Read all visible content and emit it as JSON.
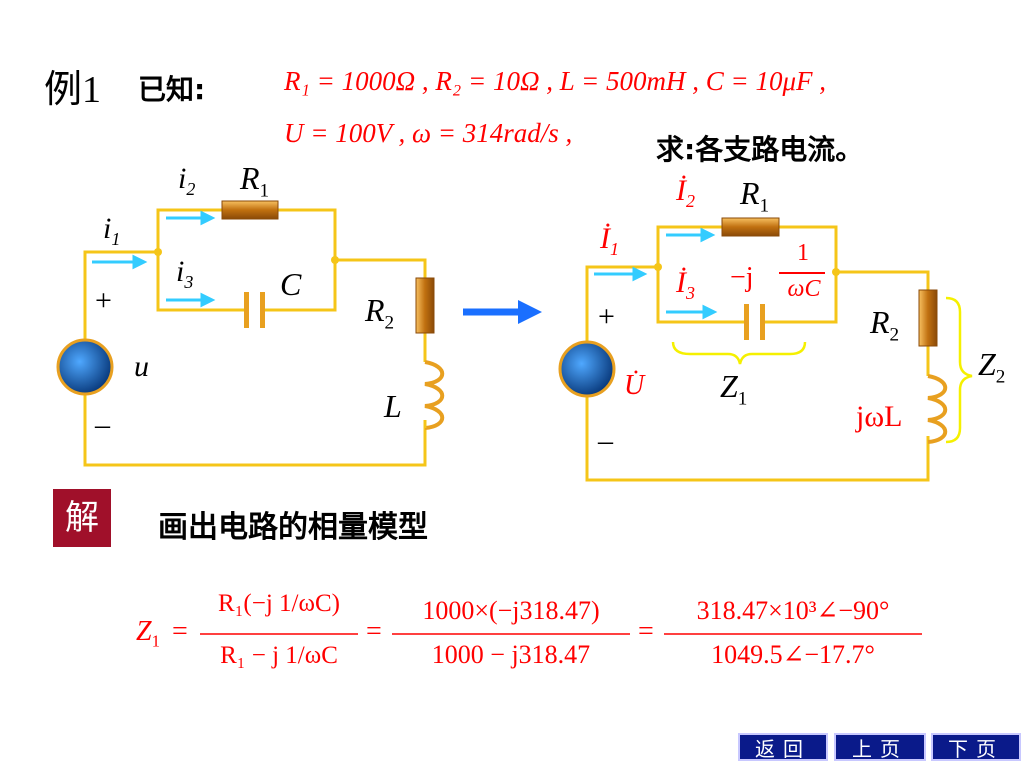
{
  "header": {
    "example_label": "例1",
    "known_label": "已知:",
    "given_line1": "R₁ = 1000Ω , R₂ = 10Ω , L = 500mH , C = 10μF ,",
    "given_line2": "U = 100V , ω = 314rad/s ,",
    "ask_text": "求:各支路电流。"
  },
  "left_circuit": {
    "i1": "i",
    "i1_sub": "1",
    "i2": "i",
    "i2_sub": "2",
    "i3": "i",
    "i3_sub": "3",
    "r1": "R",
    "r1_sub": "1",
    "c": "C",
    "r2": "R",
    "r2_sub": "2",
    "l": "L",
    "plus": "+",
    "minus": "–",
    "u": "u"
  },
  "right_circuit": {
    "i1": "İ",
    "i1_sub": "1",
    "i2": "İ",
    "i2_sub": "2",
    "i3": "İ",
    "i3_sub": "3",
    "r1": "R",
    "r1_sub": "1",
    "neg_j": "−j",
    "frac_num": "1",
    "frac_den": "ωC",
    "r2": "R",
    "r2_sub": "2",
    "jwl": "jωL",
    "z1": "Z",
    "z1_sub": "1",
    "z2": "Z",
    "z2_sub": "2",
    "plus": "+",
    "minus": "–",
    "u": "U̇"
  },
  "solution": {
    "label": "解",
    "text": "画出电路的相量模型"
  },
  "formula": {
    "lhs": "Z",
    "lhs_sub": "1",
    "eq": "=",
    "f1_num": "R₁(−j 1/ωC)",
    "f1_den": "R₁ − j 1/ωC",
    "f2_num": "1000×(−j318.47)",
    "f2_den": "1000 − j318.47",
    "f3_num": "318.47×10³∠−90°",
    "f3_den": "1049.5∠−17.7°"
  },
  "nav": {
    "back": "返回",
    "prev": "上页",
    "next": "下页"
  },
  "colors": {
    "wire": "#f5c518",
    "resistor": "#e8a020",
    "arrow": "#33ccff",
    "big_arrow": "#1a6fff",
    "source": "#1a5fa8",
    "text_red": "#ff0000"
  }
}
